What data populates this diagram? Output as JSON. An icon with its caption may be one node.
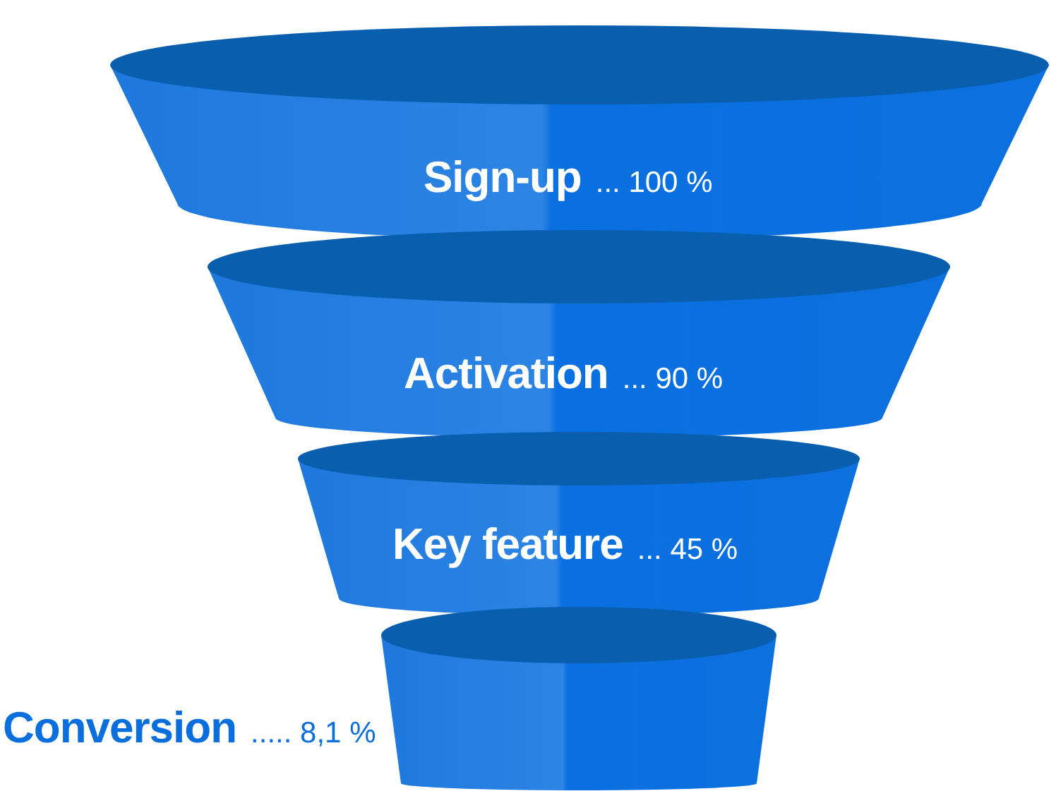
{
  "diagram": {
    "nodes": [
      {
        "text": [
          "Sign-up",
          "... 100 %"
        ]
      },
      {
        "text": [
          "Activation",
          "... 90 %"
        ]
      },
      {
        "text": [
          "Key feature",
          "... 45 %"
        ]
      },
      {
        "text": [
          "Conversion",
          "..... 8,1 %"
        ]
      }
    ]
  }
}
